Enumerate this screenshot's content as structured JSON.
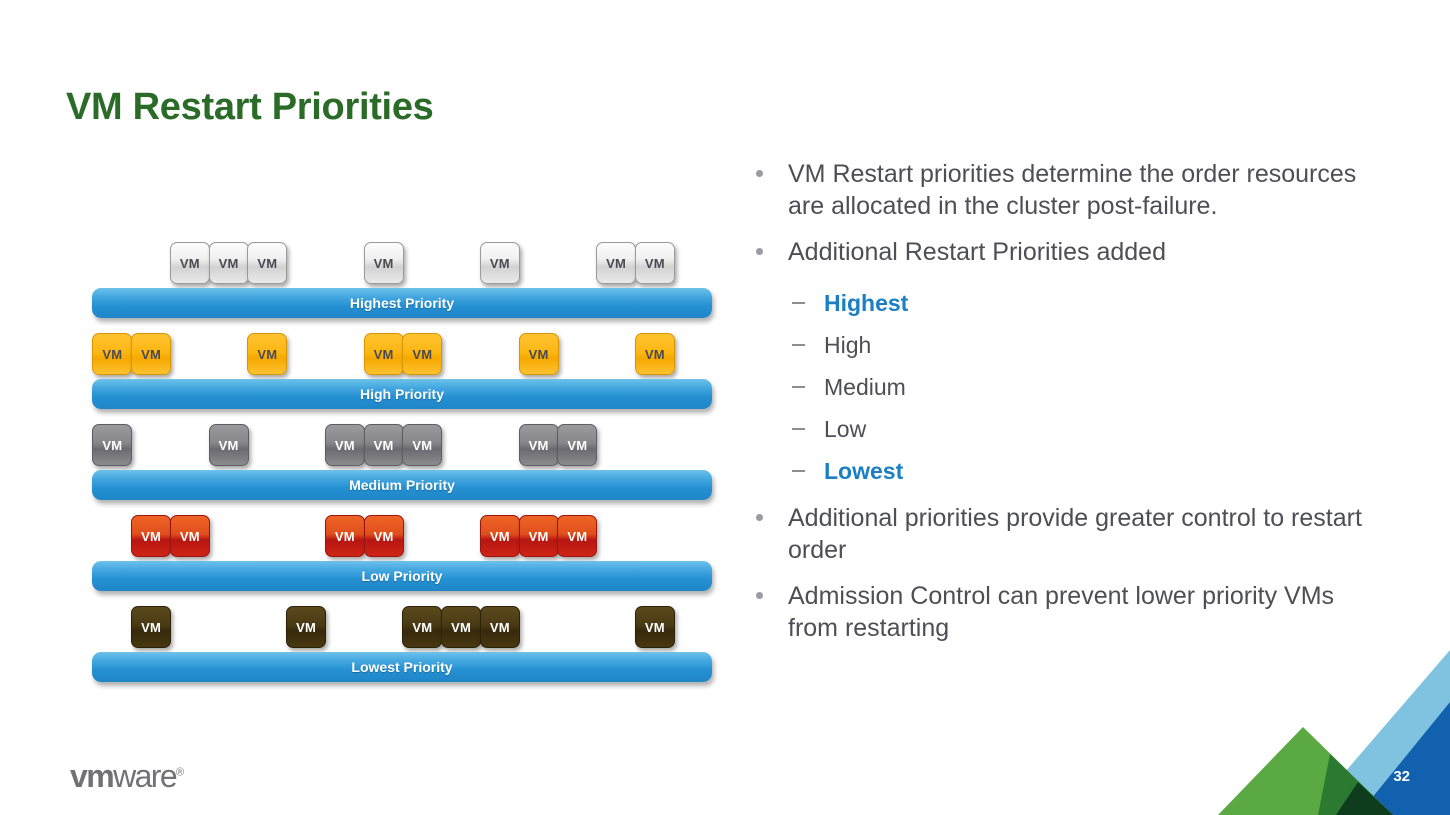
{
  "slide": {
    "title": "VM Restart Priorities",
    "page_number": "32",
    "brand": {
      "name_bold": "vm",
      "name_light": "ware",
      "registered": "®"
    },
    "accent_color": "#1b7fc4",
    "title_color": "#2a6b27"
  },
  "diagram": {
    "vm_label": "VM",
    "slots": 16,
    "rows": [
      {
        "bar_label": "Highest Priority",
        "vm_style": "vm-light",
        "vm_color": "#e9e9e9",
        "positions": [
          2,
          3,
          4,
          7,
          10,
          13,
          14
        ]
      },
      {
        "bar_label": "High Priority",
        "vm_style": "vm-orange",
        "vm_color": "#fdb713",
        "positions": [
          0,
          1,
          4,
          7,
          8,
          11,
          14
        ]
      },
      {
        "bar_label": "Medium Priority",
        "vm_style": "vm-gray",
        "vm_color": "#86868b",
        "positions": [
          0,
          3,
          6,
          7,
          8,
          11,
          12
        ]
      },
      {
        "bar_label": "Low Priority",
        "vm_style": "vm-red",
        "vm_color": "#c62718",
        "positions": [
          1,
          2,
          6,
          7,
          10,
          11,
          12
        ]
      },
      {
        "bar_label": "Lowest Priority",
        "vm_style": "vm-dark",
        "vm_color": "#3b2e10",
        "positions": [
          1,
          5,
          8,
          9,
          10,
          14
        ]
      }
    ]
  },
  "bullets": [
    {
      "level": 1,
      "text": "VM Restart priorities determine the order resources are allocated in the cluster post-failure."
    },
    {
      "level": 1,
      "text": "Additional Restart Priorities added",
      "sub": [
        {
          "text": "Highest",
          "accent": true
        },
        {
          "text": "High",
          "accent": false
        },
        {
          "text": "Medium",
          "accent": false
        },
        {
          "text": "Low",
          "accent": false
        },
        {
          "text": "Lowest",
          "accent": true
        }
      ]
    },
    {
      "level": 1,
      "text": "Additional priorities provide greater control to restart order"
    },
    {
      "level": 1,
      "text": "Admission Control can prevent lower priority VMs from restarting"
    }
  ],
  "corner_graphic": {
    "light_blue": "#7fc3e0",
    "dark_blue": "#1261ae",
    "green": "#5aa942",
    "dark_green": "#2c7a31",
    "deep_green": "#0f3c1c"
  }
}
